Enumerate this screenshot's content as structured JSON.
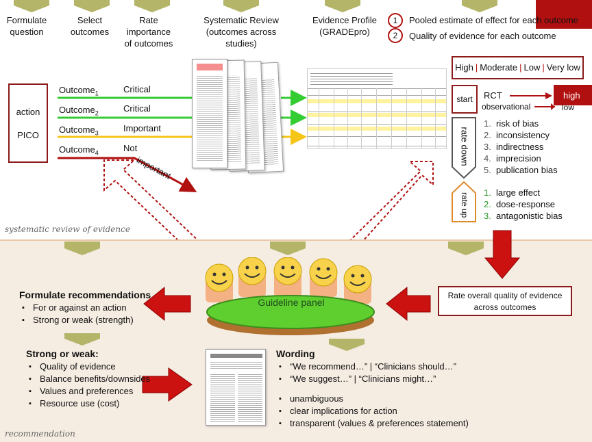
{
  "stages": [
    {
      "label": "Formulate\nquestion"
    },
    {
      "label": "Select\noutcomes"
    },
    {
      "label": "Rate\nimportance\nof outcomes"
    },
    {
      "label": "Systematic Review\n(outcomes across studies)"
    },
    {
      "label": "Evidence Profile\n(GRADEpro)"
    }
  ],
  "legend": [
    {
      "num": "1",
      "text": "Pooled estimate of effect for each outcome"
    },
    {
      "num": "2",
      "text": "Quality of evidence for each outcome"
    }
  ],
  "pico": {
    "line1": "action",
    "line2": "PICO"
  },
  "outcomes": [
    {
      "label": "Outcome",
      "sub": "1",
      "rating": "Critical",
      "color": "#33cc33"
    },
    {
      "label": "Outcome",
      "sub": "2",
      "rating": "Critical",
      "color": "#33cc33"
    },
    {
      "label": "Outcome",
      "sub": "3",
      "rating": "Important",
      "color": "#f5c518"
    },
    {
      "label": "Outcome",
      "sub": "4",
      "rating": "Not",
      "rating2": "important",
      "color": "#cc1111"
    }
  ],
  "quality_levels": [
    "High",
    "Moderate",
    "Low",
    "Very low"
  ],
  "start": {
    "label": "start",
    "rct": "RCT",
    "observational": "observational",
    "high": "high",
    "low": "low"
  },
  "rate_down": {
    "label": "rate down",
    "items": [
      "risk of bias",
      "inconsistency",
      "indirectness",
      "imprecision",
      "publication bias"
    ]
  },
  "rate_up": {
    "label": "rate up",
    "items": [
      "large effect",
      "dose-response",
      "antagonistic bias"
    ]
  },
  "section_labels": {
    "top": "systematic review of evidence",
    "bottom": "recommendation"
  },
  "panel": {
    "label": "Guideline panel"
  },
  "rate_overall": "Rate overall quality of evidence across outcomes",
  "formulate": {
    "heading": "Formulate recommendations",
    "items": [
      "For or against an action",
      "Strong or weak (strength)"
    ]
  },
  "strong_weak": {
    "heading": "Strong or weak:",
    "items": [
      "Quality of evidence",
      "Balance benefits/downsides",
      "Values and preferences",
      "Resource use (cost)"
    ]
  },
  "wording": {
    "heading": "Wording",
    "items": [
      "“We recommend…”  |  “Clinicians should…”",
      "“We suggest…”  |  “Clinicians might…”"
    ],
    "items2": [
      "unambiguous",
      "clear implications for action",
      "transparent (values & preferences statement)"
    ]
  },
  "colors": {
    "accent_red": "#b01010",
    "green": "#33cc33",
    "yellow": "#f5c518",
    "chevron": "#b5b56a",
    "band": "#f5ece2"
  },
  "icons": [
    "smiley-face-icon",
    "arrow-right-icon",
    "chevron-down-icon",
    "document-icon"
  ]
}
